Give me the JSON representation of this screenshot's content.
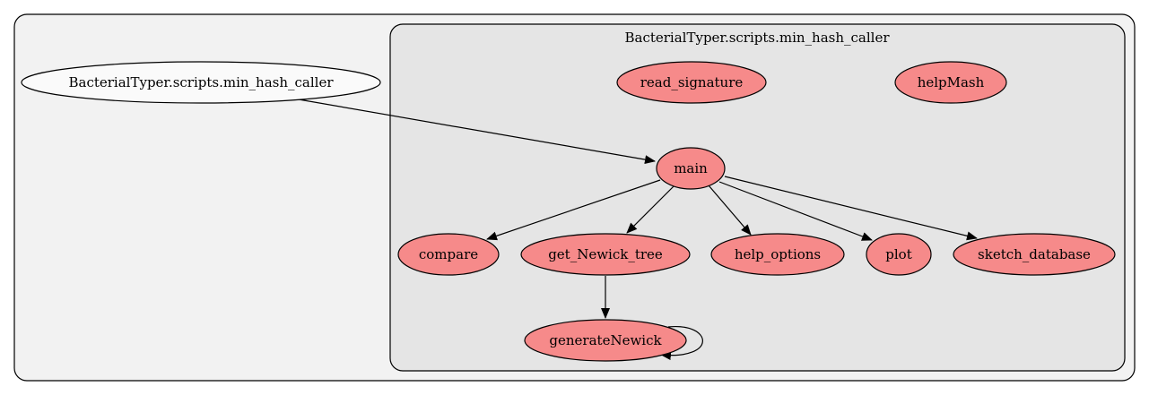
{
  "colors": {
    "outer_cluster_fill": "#f2f2f2",
    "inner_cluster_fill": "#e5e5e5",
    "module_node_fill": "#fafafa",
    "function_node_fill": "#f68a8a",
    "stroke": "#000000"
  },
  "cluster": {
    "inner_label": "BacterialTyper.scripts.min_hash_caller"
  },
  "nodes": {
    "module": "BacterialTyper.scripts.min_hash_caller",
    "read_signature": "read_signature",
    "helpMash": "helpMash",
    "main": "main",
    "compare": "compare",
    "get_Newick_tree": "get_Newick_tree",
    "help_options": "help_options",
    "plot": "plot",
    "sketch_database": "sketch_database",
    "generateNewick": "generateNewick"
  },
  "edges": [
    {
      "from": "module",
      "to": "main"
    },
    {
      "from": "main",
      "to": "compare"
    },
    {
      "from": "main",
      "to": "get_Newick_tree"
    },
    {
      "from": "main",
      "to": "help_options"
    },
    {
      "from": "main",
      "to": "plot"
    },
    {
      "from": "main",
      "to": "sketch_database"
    },
    {
      "from": "get_Newick_tree",
      "to": "generateNewick"
    },
    {
      "from": "generateNewick",
      "to": "generateNewick"
    }
  ]
}
